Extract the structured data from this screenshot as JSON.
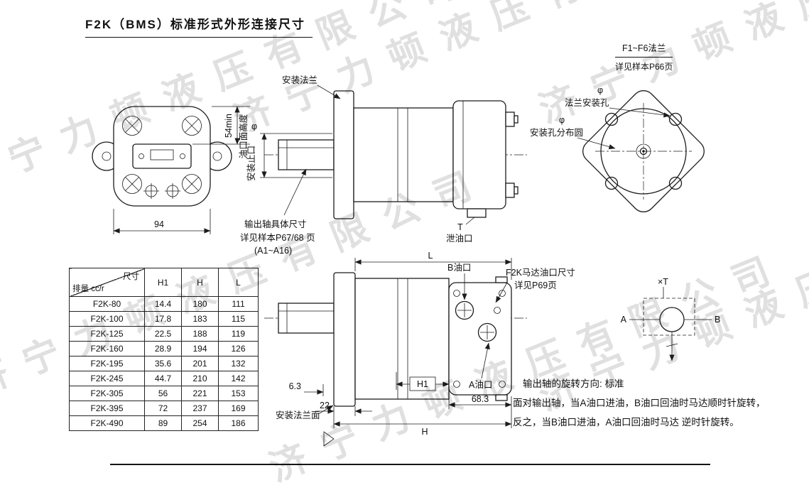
{
  "page": {
    "title": "F2K（BMS）标准形式外形连接尺寸",
    "watermark": "济宁力顿液压有限公司"
  },
  "flange_ref": {
    "title": "F1~F6法兰",
    "subtitle": "详见样本P66页"
  },
  "front_view": {
    "width_dim": "94",
    "height_dim": "54min",
    "height_label": "油口面高度"
  },
  "side_view": {
    "mount_flange": "安装法兰",
    "phi": "φ",
    "pilot": "安装止口",
    "shaft_note_1": "输出轴具体尺寸",
    "shaft_note_2": "详见样本P67/68 页",
    "shaft_note_3": "(A1~A16)",
    "drain_t": "T",
    "drain": "泄油口"
  },
  "rear_view": {
    "phi_hole": "φ",
    "flange_hole": "法兰安装孔",
    "phi_circle": "φ",
    "bolt_circle": "安装孔分布圆"
  },
  "bottom_view": {
    "dim_l": "L",
    "port_b": "B油口",
    "port_note_1": "F2K马达油口尺寸",
    "port_note_2": "详见P69页",
    "dim_h1": "H1",
    "port_a": "A油口",
    "dim_683": "68.3",
    "dim_22": "22",
    "dim_63": "6.3",
    "dim_h": "H",
    "mount_face": "安装法兰面"
  },
  "symbol": {
    "a": "A",
    "b": "B",
    "t": "×T"
  },
  "table": {
    "corner_top": "尺寸",
    "corner_bottom": "排量 cc/r",
    "col_h1": "H1",
    "col_h": "H",
    "col_l": "L",
    "rows": [
      {
        "model": "F2K-80",
        "h1": "14.4",
        "h": "180",
        "l": "111"
      },
      {
        "model": "F2K-100",
        "h1": "17.8",
        "h": "183",
        "l": "115"
      },
      {
        "model": "F2K-125",
        "h1": "22.5",
        "h": "188",
        "l": "119"
      },
      {
        "model": "F2K-160",
        "h1": "28.9",
        "h": "194",
        "l": "126"
      },
      {
        "model": "F2K-195",
        "h1": "35.6",
        "h": "201",
        "l": "132"
      },
      {
        "model": "F2K-245",
        "h1": "44.7",
        "h": "210",
        "l": "142"
      },
      {
        "model": "F2K-305",
        "h1": "56",
        "h": "221",
        "l": "153"
      },
      {
        "model": "F2K-395",
        "h1": "72",
        "h": "237",
        "l": "169"
      },
      {
        "model": "F2K-490",
        "h1": "89",
        "h": "254",
        "l": "186"
      }
    ]
  },
  "notes": {
    "line1": "输出轴的旋转方向: 标准",
    "line2": "面对输出轴，当A油口进油，B油口回油时马达顺时针旋转，",
    "line3": "反之，当B油口进油，A油口回油时马达 逆时针旋转。"
  }
}
